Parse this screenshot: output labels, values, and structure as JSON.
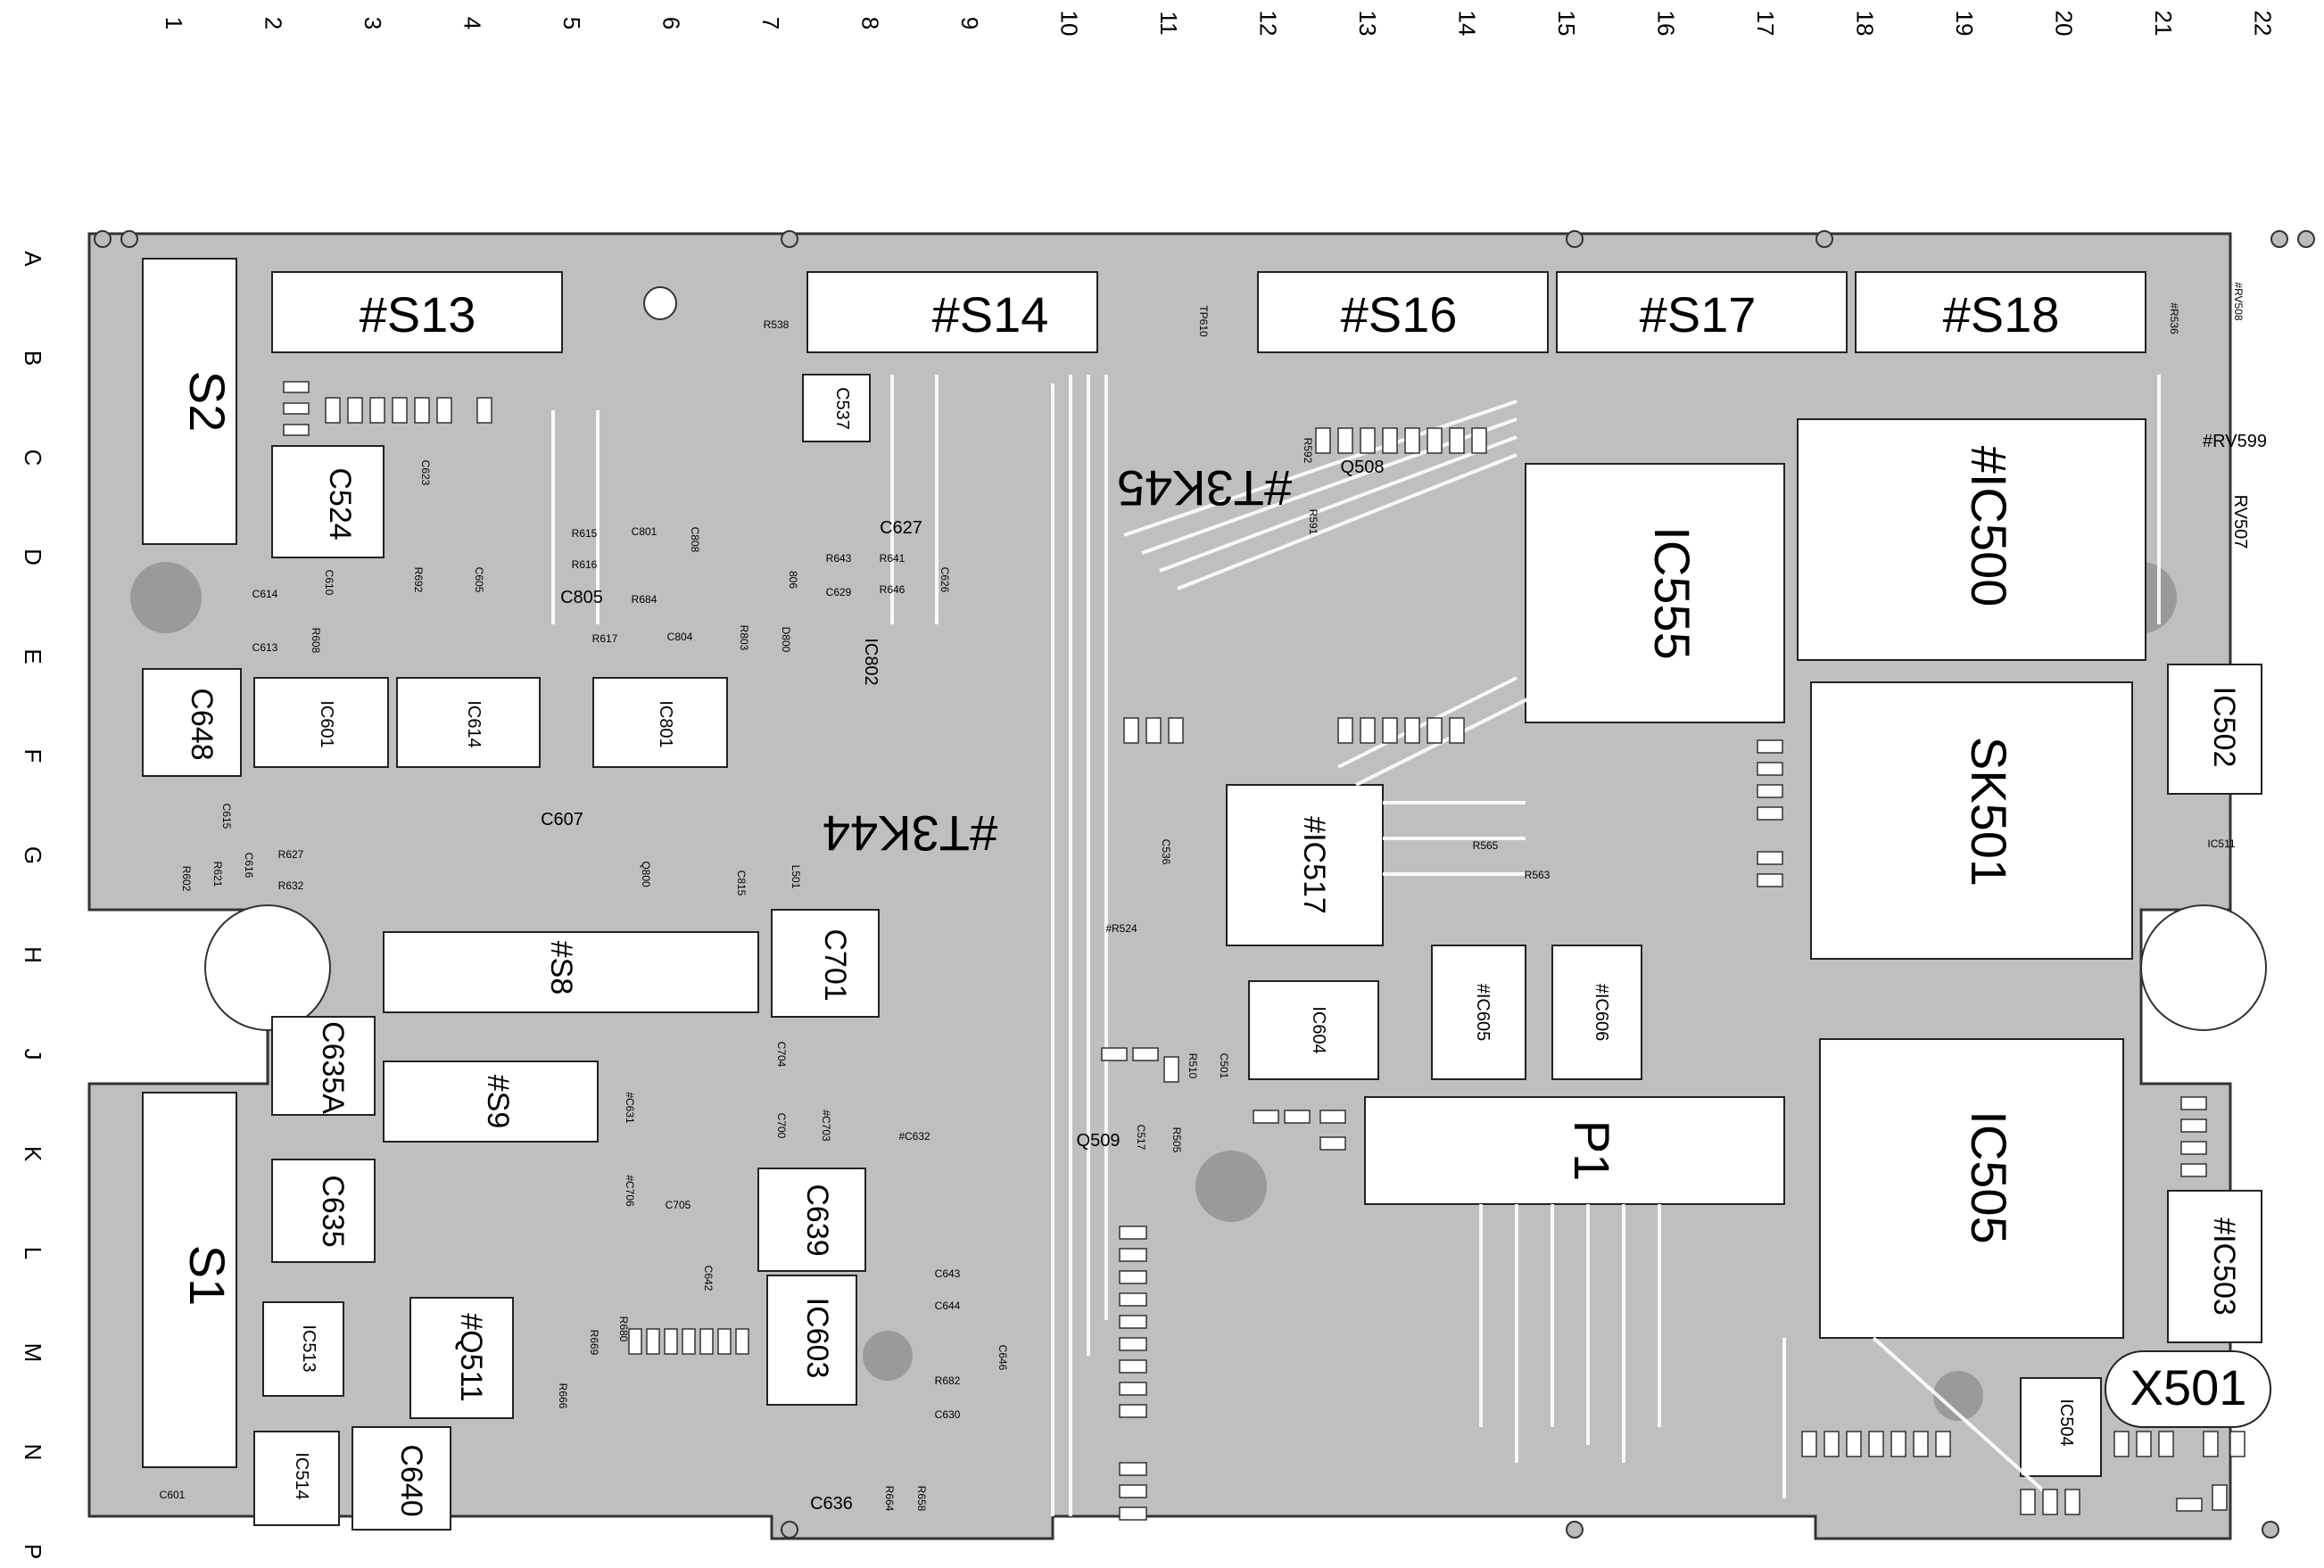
{
  "columns": [
    "1",
    "2",
    "3",
    "4",
    "5",
    "6",
    "7",
    "8",
    "9",
    "10",
    "11",
    "12",
    "13",
    "14",
    "15",
    "16",
    "17",
    "18",
    "19",
    "20",
    "21",
    "22"
  ],
  "rows": [
    "A",
    "B",
    "C",
    "D",
    "E",
    "F",
    "G",
    "H",
    "J",
    "K",
    "L",
    "M",
    "N",
    "P"
  ],
  "connectors": {
    "s13": "#S13",
    "s14": "#S14",
    "s16": "#S16",
    "s17": "#S17",
    "s18": "#S18",
    "s8": "#S8",
    "s9": "#S9",
    "s1": "S1",
    "s2": "S2",
    "sk501": "SK501",
    "p1": "P1"
  },
  "chips": {
    "ic555": "IC555",
    "ic500": "#IC500",
    "ic505": "IC505",
    "ic517": "#IC517",
    "ic601": "IC601",
    "ic614": "IC614",
    "ic801": "IC801",
    "ic802": "IC802",
    "ic603": "IC603",
    "ic604": "IC604",
    "ic605": "#IC605",
    "ic606": "#IC606",
    "ic502": "IC502",
    "ic503": "#IC503",
    "ic504": "IC504",
    "ic513": "IC513",
    "ic514": "IC514",
    "ic511": "IC511",
    "t3k45": "#T3K45",
    "t3k44": "#T3K44",
    "x501": "X501",
    "q511": "#Q511",
    "q508": "Q508",
    "q509": "Q509",
    "rv508": "#RV508",
    "rv599": "#RV599",
    "rv507": "RV507"
  },
  "caps": {
    "c524": "C524",
    "c648": "C648",
    "c635a": "C635A",
    "c635": "C635",
    "c640": "C640",
    "c701": "C701",
    "c639": "C639",
    "c537": "C537",
    "c627": "C627",
    "c629": "C629",
    "c626": "C626",
    "c805": "C805",
    "c808": "C808",
    "c801": "C801",
    "c804": "C804",
    "c607": "C607",
    "c623": "C623",
    "c605": "C605",
    "c614": "C614",
    "c613": "C613",
    "c610": "C610",
    "c615": "C615",
    "c616": "C616",
    "c815": "C815",
    "c636": "C636",
    "c643": "C643",
    "c644": "C644",
    "c646": "C646",
    "c630": "C630",
    "c642": "C642",
    "c700": "C700",
    "c703": "#C703",
    "c705": "C705",
    "c631": "#C631",
    "c706": "#C706",
    "c632": "#C632",
    "c501": "C501",
    "c517": "C517",
    "c536": "C536",
    "c601": "C601",
    "c704": "C704"
  },
  "resistors": {
    "r538": "R538",
    "r615": "R615",
    "r616": "R616",
    "r684": "R684",
    "r617": "R617",
    "r643": "R643",
    "r641": "R641",
    "r646": "R646",
    "r627": "R627",
    "r632": "R632",
    "r621": "R621",
    "r602": "R602",
    "r608": "R608",
    "r692": "R692",
    "r565": "R565",
    "r563": "R563",
    "r682": "R682",
    "r680": "R680",
    "r669": "R669",
    "r666": "R666",
    "r664": "R664",
    "r658": "R658",
    "r510": "R510",
    "r505": "R505",
    "r592": "R592",
    "r591": "R591",
    "r803": "R803",
    "r524": "#R524",
    "r536": "#R536",
    "l501": "L501",
    "q800": "Q800",
    "d800": "D800",
    "q806": "806",
    "tp610": "TP610"
  }
}
